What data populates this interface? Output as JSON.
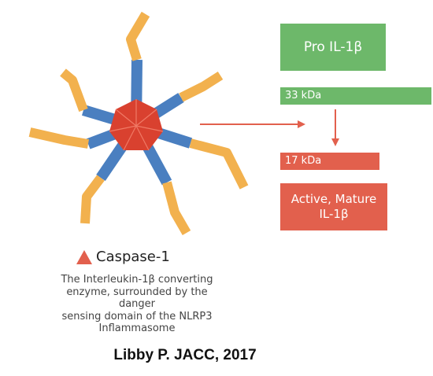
{
  "diagram": {
    "caspase_label": "Caspase-1",
    "description_lines": [
      "The Interleukin-1β converting",
      "enzyme, surrounded by the danger",
      "sensing domain of the NLRP3",
      "Inflammasome"
    ],
    "pro_box": "Pro IL-1β",
    "kda_33": "33 kDa",
    "kda_17": "17 kDa",
    "active_box_lines": [
      "Active, Mature",
      "IL-1β"
    ],
    "citation": "Libby P. JACC, 2017",
    "colors": {
      "green": "#6db86a",
      "red": "#e2604d",
      "arm_blue": "#4a7fc0",
      "arm_orange": "#f2b14e",
      "core": "#d9412f"
    },
    "icons": [
      "caspase-triangle-icon",
      "right-arrow-icon",
      "down-arrow-icon"
    ]
  }
}
